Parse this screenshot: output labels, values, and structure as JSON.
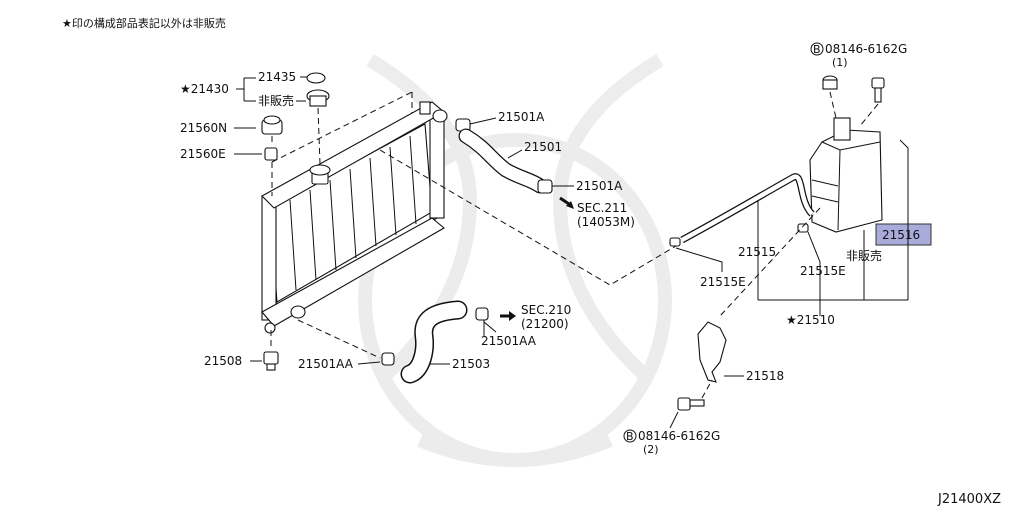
{
  "header_note": "★印の構成部品表記以外は非販売",
  "diagram_code": "J21400XZ",
  "highlight_color": "#a9acdb",
  "labels": {
    "p21430": "★21430",
    "p21435": "21435",
    "hibaibai_a": "非販売",
    "p21560N": "21560N",
    "p21560E": "21560E",
    "p21501A_top": "21501A",
    "p21501": "21501",
    "p21501A_mid": "21501A",
    "sec211": "SEC.211",
    "sec211_sub": "(14053M)",
    "p21508": "21508",
    "p21501AA_left": "21501AA",
    "p21503": "21503",
    "sec210": "SEC.210",
    "sec210_sub": "(21200)",
    "p21501AA_right": "21501AA",
    "bolt_top": "08146-6162G",
    "bolt_top_qty": "(1)",
    "p21516": "21516",
    "hibaibai_b": "非販売",
    "p21515": "21515",
    "p21515E_a": "21515E",
    "p21515E_b": "21515E",
    "p21510": "★21510",
    "p21518": "21518",
    "bolt_bot": "08146-6162G",
    "bolt_bot_qty": "(2)",
    "bolt_mark": "B"
  }
}
